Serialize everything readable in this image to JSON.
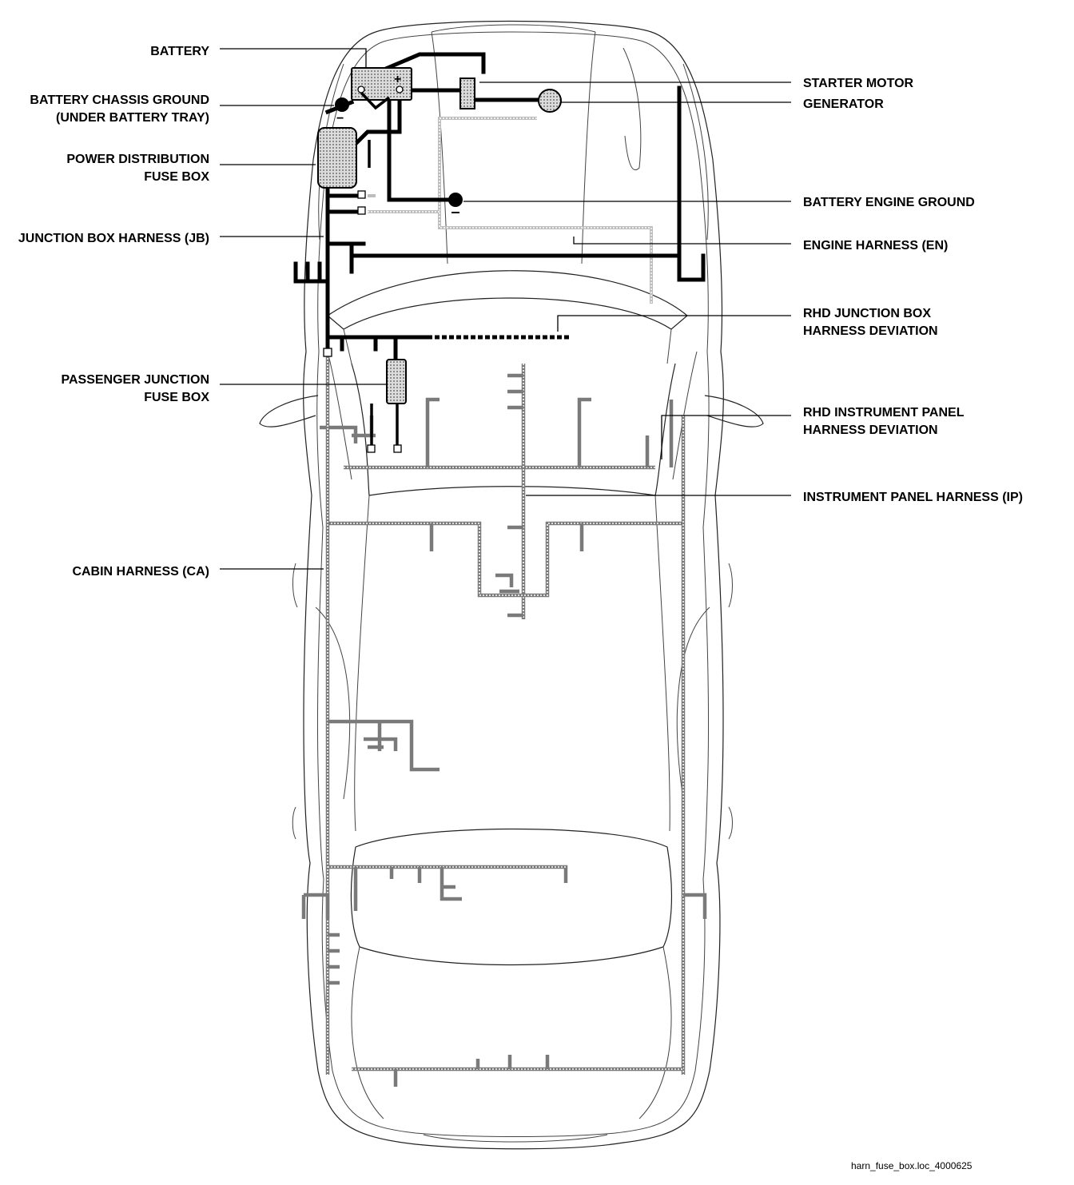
{
  "labels": {
    "battery": "BATTERY",
    "battery_chassis_ground_1": "BATTERY CHASSIS GROUND",
    "battery_chassis_ground_2": "(UNDER BATTERY TRAY)",
    "power_distribution_1": "POWER DISTRIBUTION",
    "power_distribution_2": "FUSE BOX",
    "junction_box_harness": "JUNCTION BOX HARNESS (JB)",
    "passenger_junction_1": "PASSENGER JUNCTION",
    "passenger_junction_2": "FUSE BOX",
    "cabin_harness": "CABIN HARNESS (CA)",
    "starter_motor": "STARTER MOTOR",
    "generator": "GENERATOR",
    "battery_engine_ground": "BATTERY ENGINE GROUND",
    "engine_harness": "ENGINE HARNESS (EN)",
    "rhd_junction_1": "RHD JUNCTION BOX",
    "rhd_junction_2": "HARNESS DEVIATION",
    "rhd_instrument_1": "RHD INSTRUMENT PANEL",
    "rhd_instrument_2": "HARNESS DEVIATION",
    "instrument_panel_harness": "INSTRUMENT PANEL HARNESS (IP)"
  },
  "symbols": {
    "battery_plus": "+",
    "battery_minus": "−"
  },
  "caption": "harn_fuse_box.loc_4000625",
  "colors": {
    "outline": "#222222",
    "harness_jb": "#000000",
    "harness_en": "#bdbdbd",
    "harness_ip_ca": "#7a7a7a",
    "background": "#ffffff"
  }
}
